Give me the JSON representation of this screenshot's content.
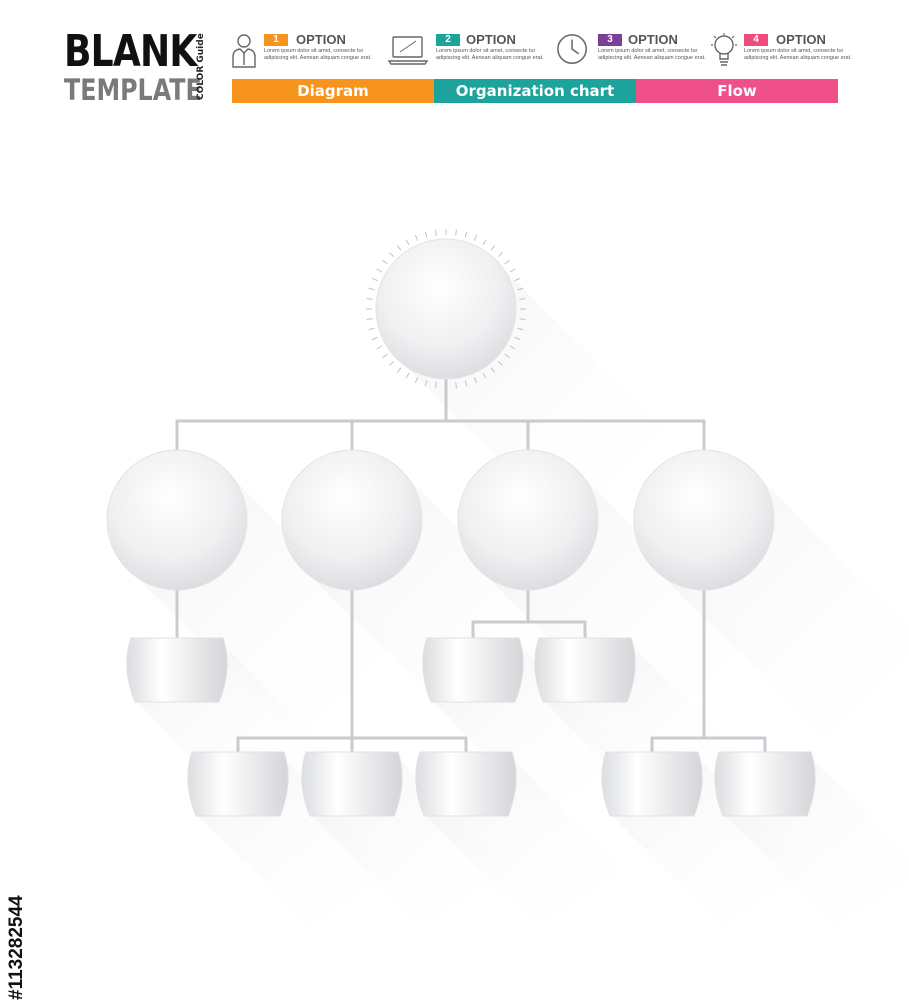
{
  "brand": {
    "title": "BLANK",
    "subtitle": "TEMPLATE"
  },
  "color_guide": "COLOR Guide",
  "options": [
    {
      "number": "1",
      "title": "OPTION",
      "text": "Lorem ipsum dolor sit amet, consecte tur adipiscing elit. Aenean aliquam congue erat.",
      "icon": "person-icon",
      "color": "#F7941D"
    },
    {
      "number": "2",
      "title": "OPTION",
      "text": "Lorem ipsum dolor sit amet, consecte tur adipiscing elit. Aenean aliquam congue erat.",
      "icon": "laptop-icon",
      "color": "#1BA39C"
    },
    {
      "number": "3",
      "title": "OPTION",
      "text": "Lorem ipsum dolor sit amet, consecte tur adipiscing elit. Aenean aliquam congue erat.",
      "icon": "clock-icon",
      "color": "#7B3F98"
    },
    {
      "number": "4",
      "title": "OPTION",
      "text": "Lorem ipsum dolor sit amet, consecte tur adipiscing elit. Aenean aliquam congue erat.",
      "icon": "lightbulb-icon",
      "color": "#EE4C7C"
    }
  ],
  "bars": [
    {
      "label": "Diagram",
      "color": "#F7941D"
    },
    {
      "label": "Organization chart",
      "color": "#1BA39C"
    },
    {
      "label": "Flow",
      "color": "#F0508A"
    }
  ],
  "diagram": {
    "root": {
      "id": "root"
    },
    "level1": [
      {
        "id": "n1",
        "children": [
          "a"
        ]
      },
      {
        "id": "n2",
        "children": [
          "b",
          "c",
          "d"
        ]
      },
      {
        "id": "n3",
        "children": [
          "e",
          "f"
        ]
      },
      {
        "id": "n4",
        "children": [
          "g",
          "h"
        ]
      }
    ]
  },
  "colors": {
    "connector": "#c8cbd0",
    "node_fill": "#f3f3f5"
  },
  "stock_id": "#113282544"
}
